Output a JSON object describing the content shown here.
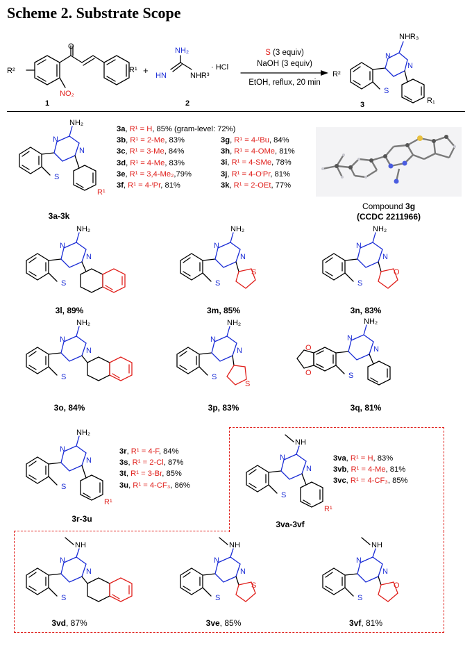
{
  "title": "Scheme 2. Substrate Scope",
  "reaction": {
    "reagent1_num": "1",
    "reagent2_num": "2",
    "product_num": "3",
    "plus": "+",
    "hcl": "· HCl",
    "cond_line1_s": "S",
    "cond_line1_rest": " (3 equiv)",
    "cond_line2": "NaOH (3 equiv)",
    "cond_line3": "EtOH, reflux, 20 min",
    "r2": "R²",
    "r1": "R¹",
    "r1_prod": "R₁",
    "no2": "NO₂",
    "o": "O",
    "nh2": "NH₂",
    "hn": "HN",
    "nhr3": "NHR³",
    "nhr3_prod": "NHR₃"
  },
  "section_a": {
    "label": "3a-3k",
    "entries_left": [
      {
        "id": "3a",
        "r": "R¹ = H",
        "rest": ", 85% (gram-level: 72%)"
      },
      {
        "id": "3b",
        "r": "R¹ = 2-Me",
        "rest": ", 83%"
      },
      {
        "id": "3c",
        "r": "R¹ = 3-Me",
        "rest": ", 84%"
      },
      {
        "id": "3d",
        "r": "R¹ = 4-Me",
        "rest": ", 83%"
      },
      {
        "id": "3e",
        "r": "R¹ = 3,4-Me₂",
        "rest": ",79%"
      },
      {
        "id": "3f",
        "r": "R¹ = 4-ⁱPr",
        "rest": ", 81%"
      }
    ],
    "entries_right": [
      {
        "id": "3g",
        "r": "R¹ = 4-ᵗBu",
        "rest": ", 84%"
      },
      {
        "id": "3h",
        "r": "R¹ = 4-OMe",
        "rest": ", 81%"
      },
      {
        "id": "3i",
        "r": "R¹ = 4-SMe",
        "rest": ", 78%"
      },
      {
        "id": "3j",
        "r": "R¹ = 4-OⁱPr",
        "rest": ", 81%"
      },
      {
        "id": "3k",
        "r": "R¹ = 2-OEt",
        "rest": ", 77%"
      }
    ],
    "crystal_caption_pre": "Compound ",
    "crystal_caption_id": "3g",
    "crystal_ccdc": "(CCDC 2211966)"
  },
  "compounds": [
    {
      "id": "3l",
      "yield": "89%",
      "caption": "3l, 89%"
    },
    {
      "id": "3m",
      "yield": "85%",
      "caption": "3m, 85%"
    },
    {
      "id": "3n",
      "yield": "83%",
      "caption": "3n, 83%"
    },
    {
      "id": "3o",
      "yield": "84%",
      "caption": "3o, 84%"
    },
    {
      "id": "3p",
      "yield": "83%",
      "caption": "3p, 83%"
    },
    {
      "id": "3q",
      "yield": "81%",
      "caption": "3q, 81%"
    }
  ],
  "section_r": {
    "label": "3r-3u",
    "entries": [
      {
        "id": "3r",
        "r": "R¹ = 4-F",
        "rest": ", 84%"
      },
      {
        "id": "3s",
        "r": "R¹ = 2-Cl",
        "rest": ", 87%"
      },
      {
        "id": "3t",
        "r": "R¹ = 3-Br",
        "rest": ", 85%"
      },
      {
        "id": "3u",
        "r": "R¹ = 4-CF₃",
        "rest": ", 86%"
      }
    ]
  },
  "section_v": {
    "label": "3va-3vf",
    "nh": "NH",
    "entries": [
      {
        "id": "3va",
        "r": "R¹ = H",
        "rest": ", 83%"
      },
      {
        "id": "3vb",
        "r": "R¹ = 4-Me",
        "rest": ", 81%"
      },
      {
        "id": "3vc",
        "r": "R¹ = 4-CF₃",
        "rest": ", 85%"
      }
    ],
    "bottom": [
      {
        "id": "3vd",
        "yield": ", 87%"
      },
      {
        "id": "3ve",
        "yield": ", 85%"
      },
      {
        "id": "3vf",
        "yield": ", 81%"
      }
    ]
  },
  "atoms": {
    "N": "N",
    "S": "S",
    "O": "O"
  },
  "colors": {
    "blue": "#1a2cd6",
    "red": "#e0201c",
    "black": "#000000"
  }
}
